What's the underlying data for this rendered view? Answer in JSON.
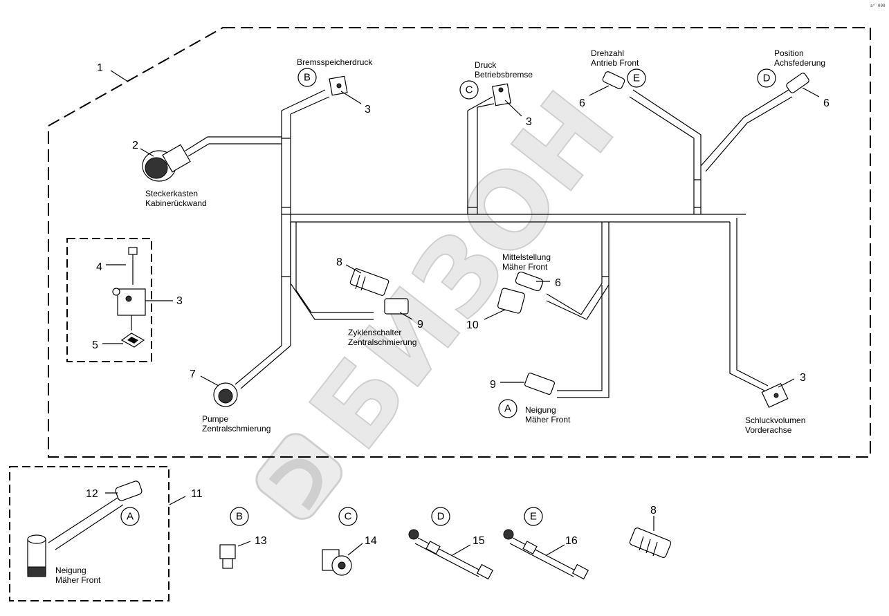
{
  "watermark": "БИЗОН",
  "corner_code": "a⁰ 000",
  "callouts": {
    "c1": "1",
    "c2": "2",
    "c3a": "3",
    "c3b": "3",
    "c3c": "3",
    "c3d": "3",
    "c4": "4",
    "c5": "5",
    "c6a": "6",
    "c6b": "6",
    "c6c": "6",
    "c7": "7",
    "c8a": "8",
    "c8b": "8",
    "c9a": "9",
    "c9b": "9",
    "c10": "10",
    "c11": "11",
    "c12": "12",
    "c13": "13",
    "c14": "14",
    "c15": "15",
    "c16": "16"
  },
  "letters": {
    "bTop": "B",
    "cTop": "C",
    "eTop": "E",
    "dTop": "D",
    "aMid": "A",
    "aBot": "A",
    "bBot": "B",
    "cBot": "C",
    "dBot": "D",
    "eBot": "E"
  },
  "labels": {
    "bremsspeicher": "Bremsspeicherdruck",
    "druck_1": "Druck",
    "druck_2": "Betriebsbremse",
    "drehzahl_1": "Drehzahl",
    "drehzahl_2": "Antrieb Front",
    "position_1": "Position",
    "position_2": "Achsfederung",
    "stecker_1": "Steckerkasten",
    "stecker_2": "Kabinerückwand",
    "mittel_1": "Mittelstellung",
    "mittel_2": "Mäher Front",
    "zyklen_1": "Zyklenschalter",
    "zyklen_2": "Zentralschmierung",
    "pumpe_1": "Pumpe",
    "pumpe_2": "Zentralschmierung",
    "neigung_1": "Neigung",
    "neigung_2": "Mäher Front",
    "schluck_1": "Schluckvolumen",
    "schluck_2": "Vorderachse",
    "neigung_b1": "Neigung",
    "neigung_b2": "Mäher Front"
  }
}
